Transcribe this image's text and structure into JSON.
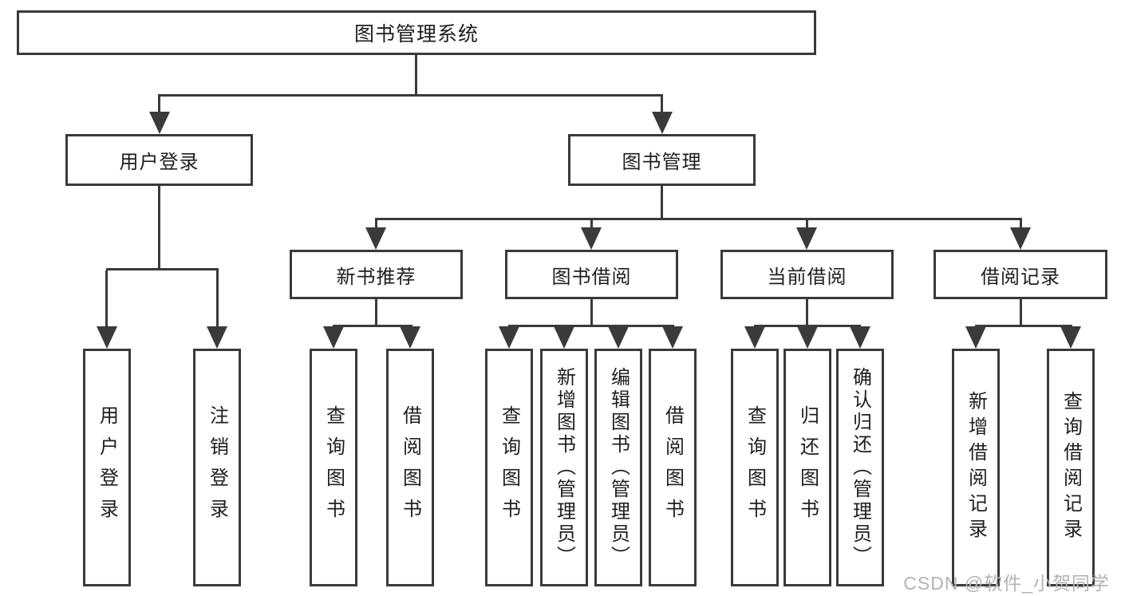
{
  "colors": {
    "line": "#3a3a3a",
    "box_border": "#3a3a3a",
    "box_background": "#ffffff",
    "text": "#1e1e1e",
    "watermark": "#b3b3b3"
  },
  "tree": {
    "root": {
      "label": "图书管理系统",
      "children": [
        {
          "label": "用户登录",
          "children": [
            {
              "label": "用户登录"
            },
            {
              "label": "注销登录"
            }
          ]
        },
        {
          "label": "图书管理",
          "children": [
            {
              "label": "新书推荐",
              "children": [
                {
                  "label": "查询图书"
                },
                {
                  "label": "借阅图书"
                }
              ]
            },
            {
              "label": "图书借阅",
              "children": [
                {
                  "label": "查询图书"
                },
                {
                  "label": "新增图书（管理员）"
                },
                {
                  "label": "编辑图书（管理员）"
                },
                {
                  "label": "借阅图书"
                }
              ]
            },
            {
              "label": "当前借阅",
              "children": [
                {
                  "label": "查询图书"
                },
                {
                  "label": "归还图书"
                },
                {
                  "label": "确认归还（管理员）"
                }
              ]
            },
            {
              "label": "借阅记录",
              "children": [
                {
                  "label": "新增借阅记录"
                },
                {
                  "label": "查询借阅记录"
                }
              ]
            }
          ]
        }
      ]
    }
  },
  "watermark": {
    "text": "CSDN @软件_小贺同学"
  }
}
